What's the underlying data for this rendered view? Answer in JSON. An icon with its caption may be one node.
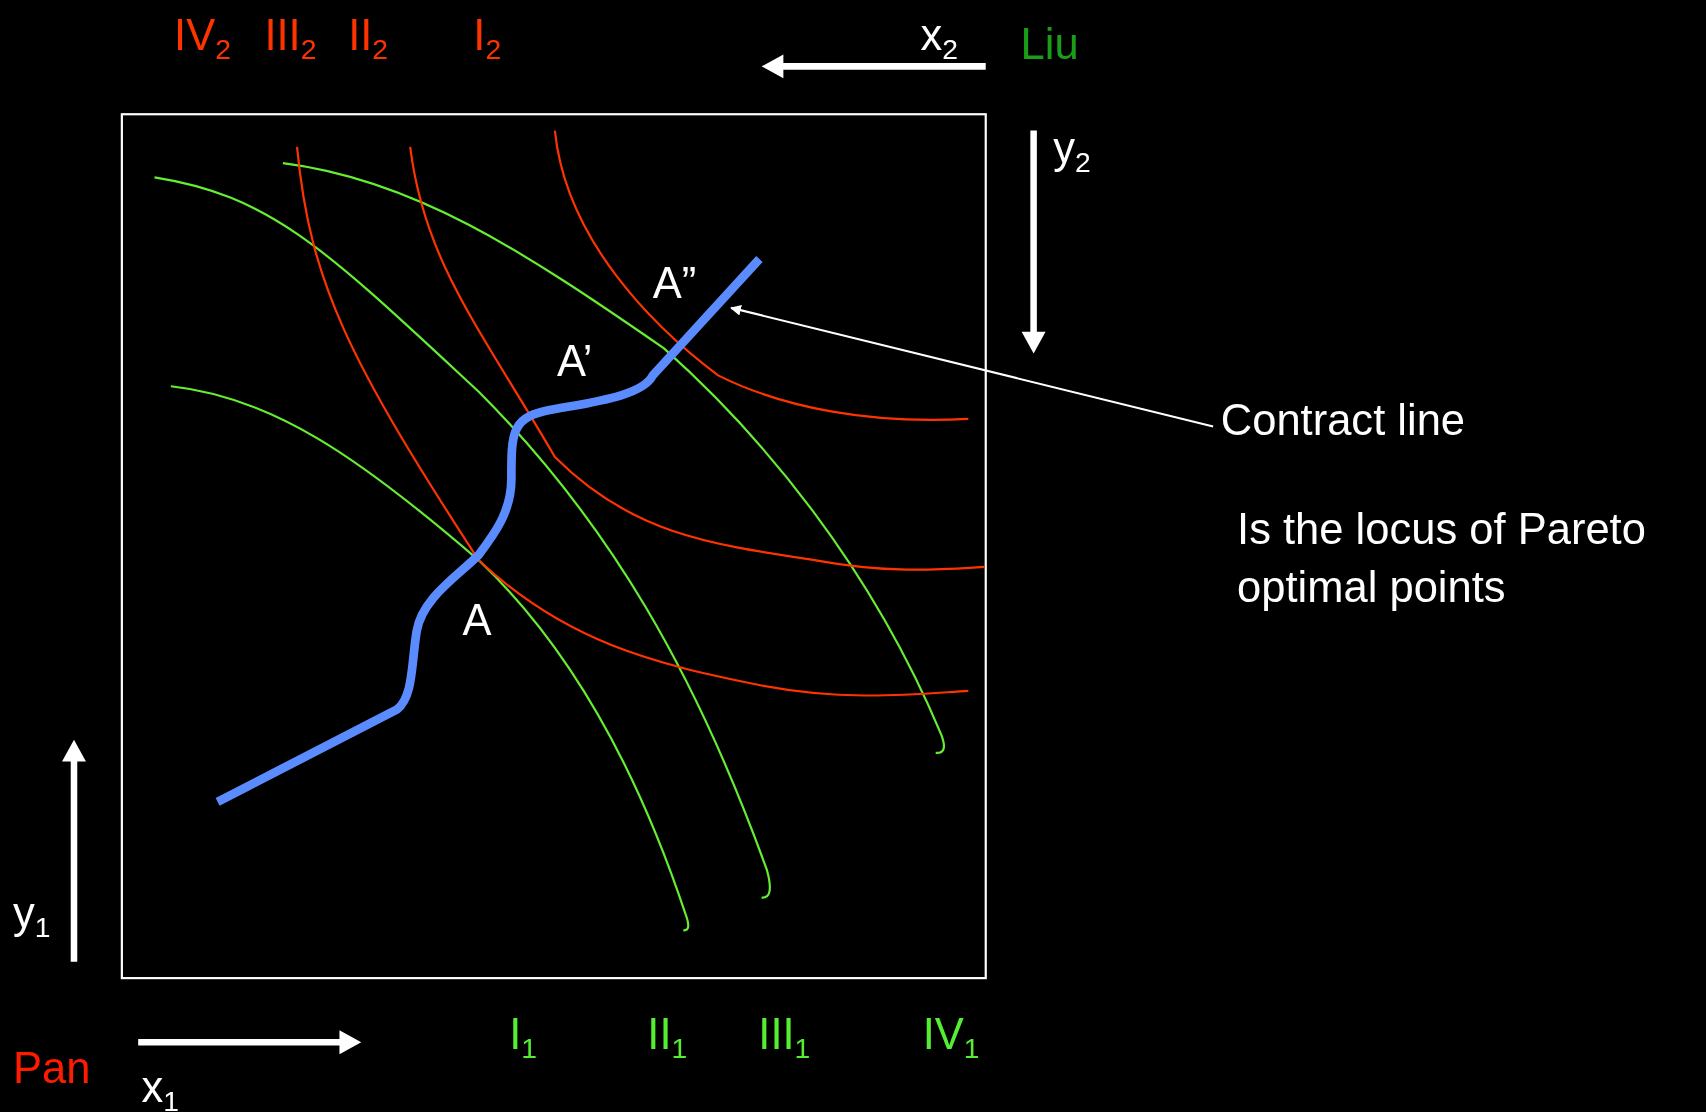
{
  "diagram": {
    "nodes": [
      {
        "text": [],
        "shape": "curve"
      },
      {
        "text": [
          "Contract line"
        ]
      }
    ],
    "edges": [
      {
        "from": 1,
        "to": 0,
        "arrow": "to"
      }
    ],
    "labels": [
      "IV$_{2}$",
      "III$_{2}$",
      "II$_{2}$",
      "I$_{2}$",
      "x$_{2}$",
      "Liu",
      "y$_{2}$",
      "A”",
      "A’",
      "A",
      "Is the locus of Pareto optimal points",
      "y$_{1}$",
      "I$_{1}$",
      "II$_{1}$",
      "III$_{1}$",
      "IV$_{1}$",
      "Pan",
      "x$_{1}$"
    ]
  }
}
